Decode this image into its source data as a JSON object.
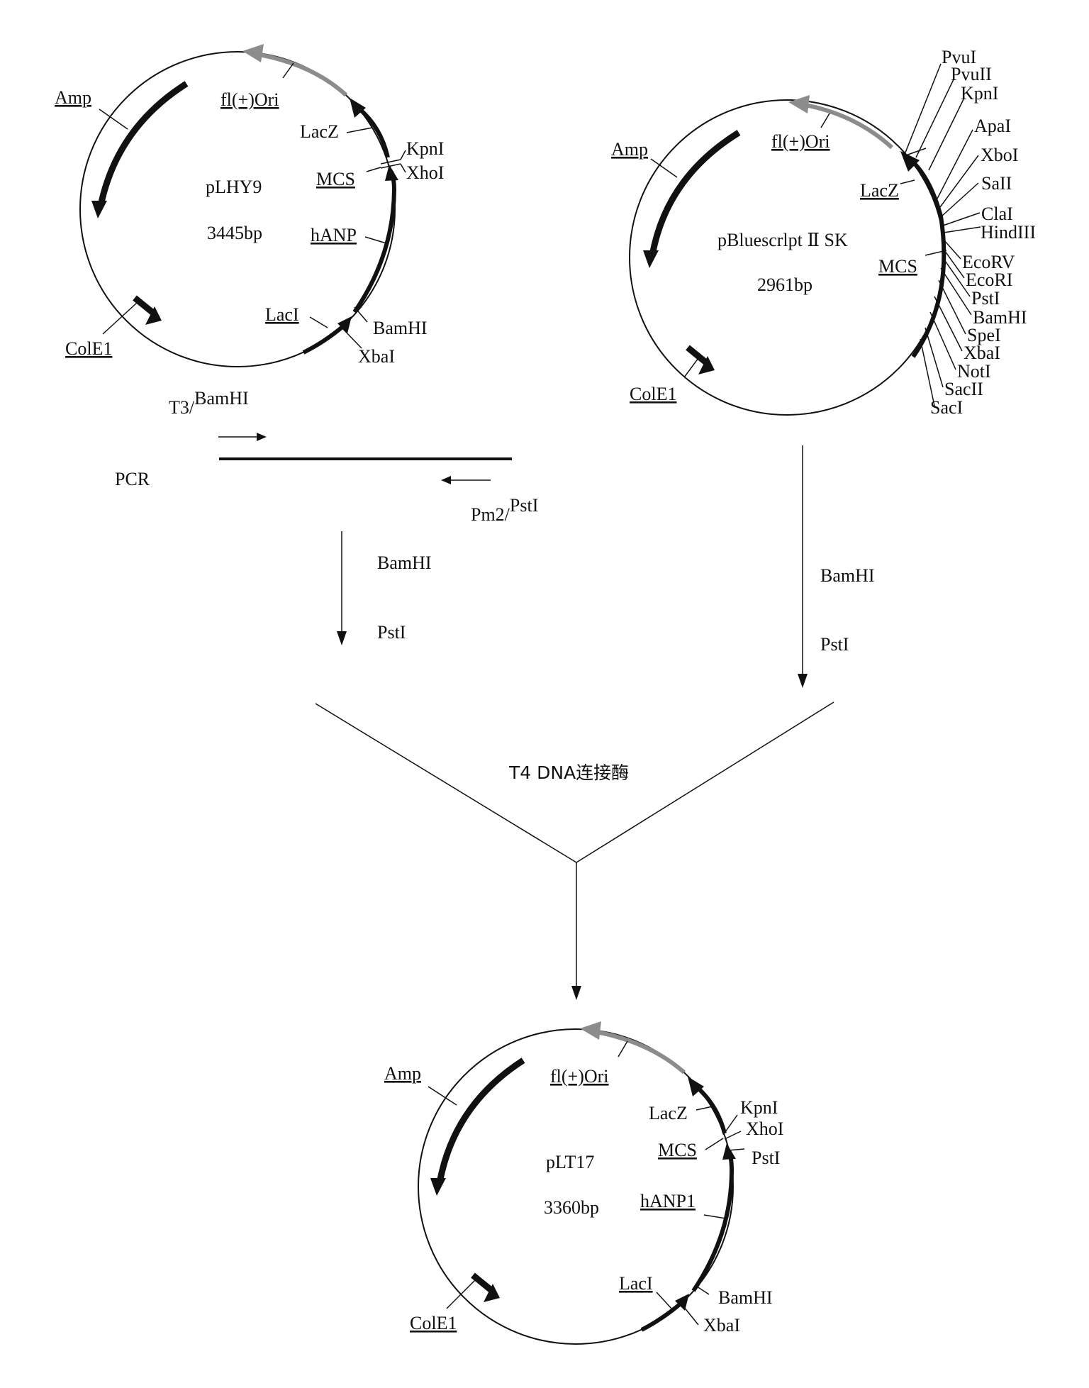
{
  "plasmid_1": {
    "name": "pLHY9",
    "size": "3445bp",
    "labels": {
      "amp": "Amp",
      "ori": "fl(+)Ori",
      "lacz": "LacZ",
      "mcs": "MCS",
      "hanp": "hANP",
      "laci": "LacI",
      "cole1": "ColE1",
      "kpni": "KpnI",
      "xhoi": "XhoI",
      "bamhi": "BamHI",
      "xbai": "XbaI"
    }
  },
  "plasmid_2": {
    "name": "pBluescrlpt Ⅱ SK",
    "size": "2961bp",
    "labels": {
      "amp": "Amp",
      "ori": "fl(+)Ori",
      "lacz": "LacZ",
      "mcs": "MCS",
      "cole1": "ColE1"
    },
    "mcs_sites": [
      "PvuI",
      "PvuII",
      "KpnI",
      "ApaI",
      "XboI",
      "SaII",
      "ClaI",
      "HindIII",
      "EcoRV",
      "EcoRI",
      "PstI",
      "BamHI",
      "SpeI",
      "XbaI",
      "NotI",
      "SacII",
      "SacI"
    ]
  },
  "pcr": {
    "label": "PCR",
    "forward_primer": "T3/",
    "forward_primer_sup": "BamHI",
    "reverse_primer": "Pm2/",
    "reverse_primer_sup": "PstI"
  },
  "digest_left": {
    "enzyme_1": "BamHI",
    "enzyme_2": "PstI"
  },
  "digest_right": {
    "enzyme_1": "BamHI",
    "enzyme_2": "PstI"
  },
  "ligation": {
    "label": "T4 DNA连接酶"
  },
  "plasmid_3": {
    "name": "pLT17",
    "size": "3360bp",
    "labels": {
      "amp": "Amp",
      "ori": "fl(+)Ori",
      "lacz": "LacZ",
      "mcs": "MCS",
      "hanp": "hANP1",
      "laci": "LacI",
      "cole1": "ColE1",
      "kpni": "KpnI",
      "xhoi": "XhoI",
      "psti": "PstI",
      "bamhi": "BamHI",
      "xbai": "XbaI"
    }
  }
}
